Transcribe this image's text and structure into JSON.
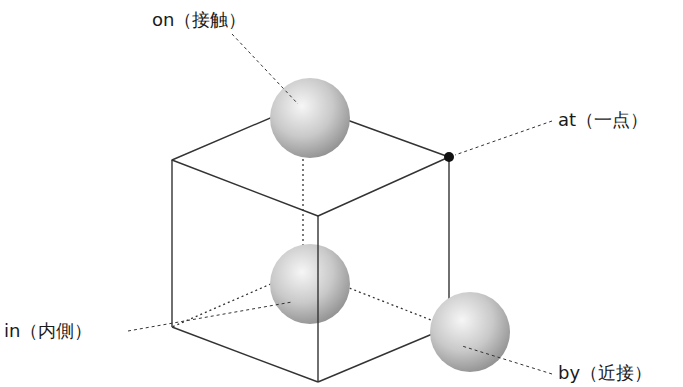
{
  "diagram": {
    "labels": [
      "on（接触）",
      "at（一点）",
      "in（内側）",
      "by（近接）"
    ]
  }
}
